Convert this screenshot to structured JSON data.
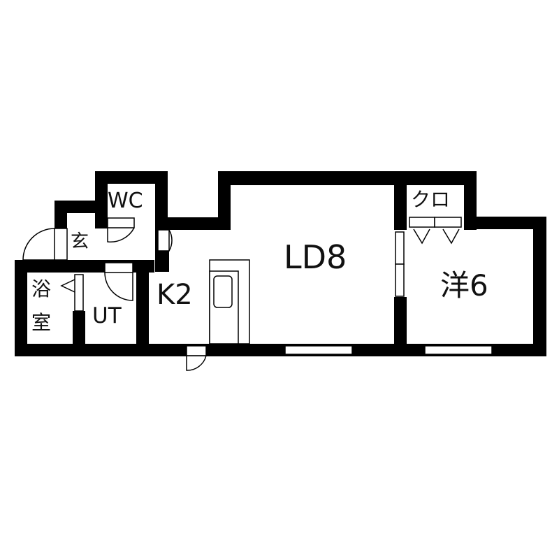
{
  "floorplan": {
    "rooms": [
      {
        "id": "wc",
        "label": "WC"
      },
      {
        "id": "genkan",
        "label": "玄"
      },
      {
        "id": "bath",
        "label_line1": "浴",
        "label_line2": "室"
      },
      {
        "id": "ut",
        "label": "UT"
      },
      {
        "id": "kitchen",
        "label": "K2"
      },
      {
        "id": "living",
        "label": "LD8"
      },
      {
        "id": "closet",
        "label": "クロ"
      },
      {
        "id": "western",
        "label": "洋6"
      }
    ],
    "colors": {
      "wall": "#000000",
      "background": "#ffffff"
    }
  }
}
